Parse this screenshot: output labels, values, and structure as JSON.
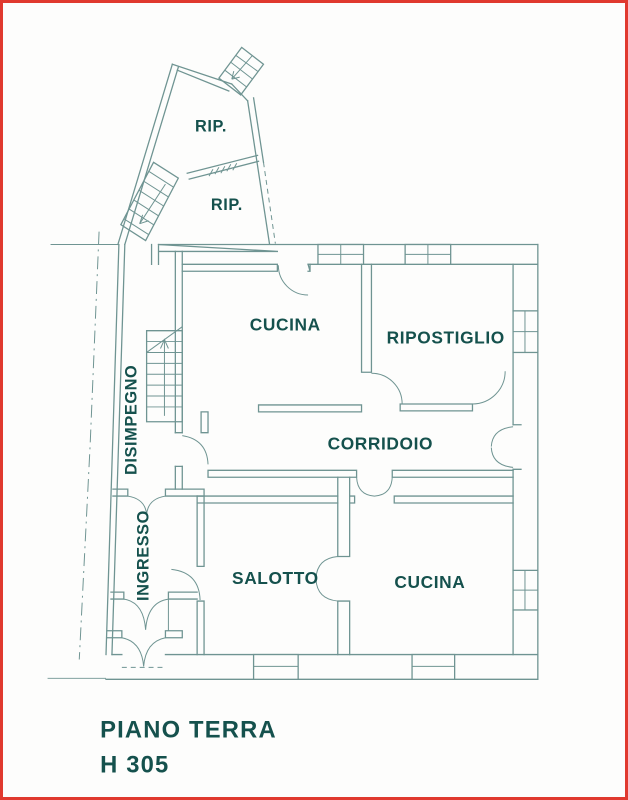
{
  "frame": {
    "border_color": "#e0392f",
    "background": "#fdfdfc"
  },
  "plan": {
    "line_color": "#6f9492",
    "text_color": "#15514d",
    "rooms": {
      "rip_upper": "RIP.",
      "rip_lower": "RIP.",
      "cucina_top": "CUCINA",
      "ripostiglio": "RIPOSTIGLIO",
      "disimpegno": "DISIMPEGNO",
      "corridoio": "CORRIDOIO",
      "ingresso": "INGRESSO",
      "salotto": "SALOTTO",
      "cucina_bottom": "CUCINA"
    },
    "caption": {
      "title": "PIANO TERRA",
      "height_note": "H 305"
    }
  }
}
